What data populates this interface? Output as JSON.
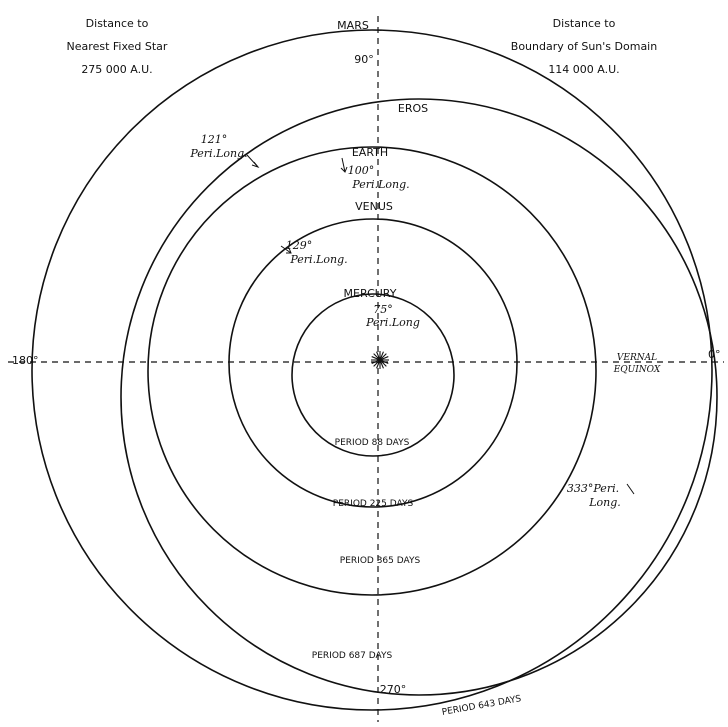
{
  "corner_notes": {
    "left": {
      "line1": "Distance to",
      "line2": "Nearest Fixed Star",
      "line3": "275 000 A.U."
    },
    "right": {
      "line1": "Distance to",
      "line2": "Boundary of Sun's Domain",
      "line3": "114 000 A.U."
    }
  },
  "axes": {
    "deg_90": "90°",
    "deg_180": "180°",
    "deg_0": "0°",
    "deg_270": "270°",
    "vernal": "VERNAL",
    "equinox": "EQUINOX"
  },
  "planets": {
    "mars": {
      "name": "MARS",
      "period": "PERIOD 687 DAYS"
    },
    "eros": {
      "name": "EROS",
      "peri_deg": "121°",
      "peri_label": "Peri.Long.",
      "peri2_deg": "333°Peri.",
      "peri2_label": "Long.",
      "period": "PERIOD 643 DAYS"
    },
    "earth": {
      "name": "EARTH",
      "peri_deg": "100°",
      "peri_label": "Peri.Long.",
      "period": "PERIOD 365 DAYS"
    },
    "venus": {
      "name": "VENUS",
      "peri_deg": "129°",
      "peri_label": "Peri.Long.",
      "period": "PERIOD 225 DAYS"
    },
    "mercury": {
      "name": "MERCURY",
      "peri_deg": "75°",
      "peri_label": "Peri.Long",
      "period": "PERIOD 88 DAYS"
    }
  }
}
